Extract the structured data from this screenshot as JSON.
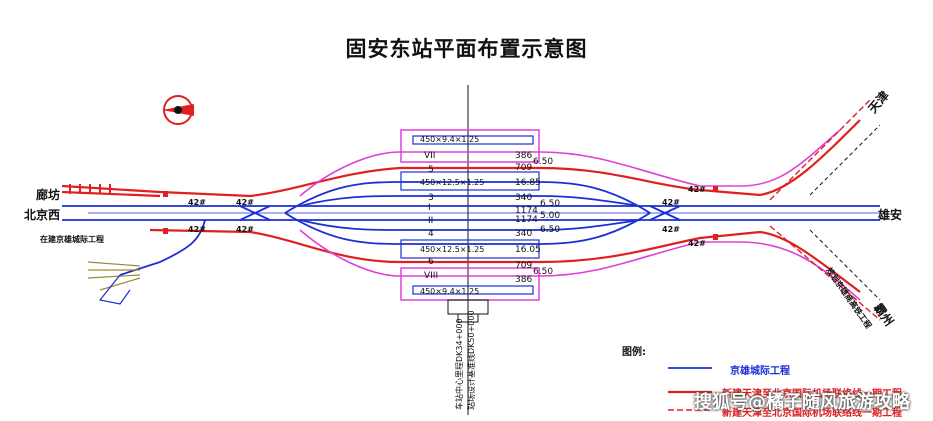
{
  "title": "固安东站平面布置示意图",
  "places": {
    "langfang": "廊坊",
    "beijingxi": "北京西",
    "tianjin": "天津",
    "xiongan": "雄安",
    "bazhou": "霸州"
  },
  "notes": {
    "left_note": "在建京雄城际工程",
    "right_note": "规划京雄商高铁工程"
  },
  "switch_label": "42#",
  "track_numbers": [
    "VII",
    "5",
    "3",
    "I",
    "II",
    "4",
    "6",
    "VIII"
  ],
  "platform_dims": {
    "top": "450×9.4×1.25",
    "mid_top": "450×12.5×1.25",
    "mid_bottom": "450×12.5×1.25",
    "bottom": "450×9.4×1.25"
  },
  "spacings": {
    "r1": "386",
    "r2": "709",
    "r3": "16.85",
    "r4": "340",
    "r5": "1174",
    "r6": "1174",
    "r7": "340",
    "r8": "16.05",
    "r9": "709",
    "r10": "386",
    "w1": "6.50",
    "w2": "6.50",
    "w3": "5.00",
    "w4": "6.50",
    "w5": "6.50"
  },
  "center_line_text_1": "车站中心里程DK34+000",
  "center_line_text_2": "站场设计基准线DK50+000",
  "legend": {
    "title": "图例:",
    "items": [
      {
        "label": "京雄城际工程",
        "color": "#1a2fd6"
      },
      {
        "label": "新建天津至北京国际机场联络线一期工程",
        "color": "#e02020"
      },
      {
        "label": "新建天津至北京国际机场联络线一期工程",
        "color": "#e02020"
      }
    ]
  },
  "watermark": "搜狐号@橘子随风旅游攻略",
  "colors": {
    "blue": "#1a2fd6",
    "red": "#e02020",
    "magenta": "#e040d8",
    "black": "#111111",
    "olive": "#9a8a30"
  }
}
